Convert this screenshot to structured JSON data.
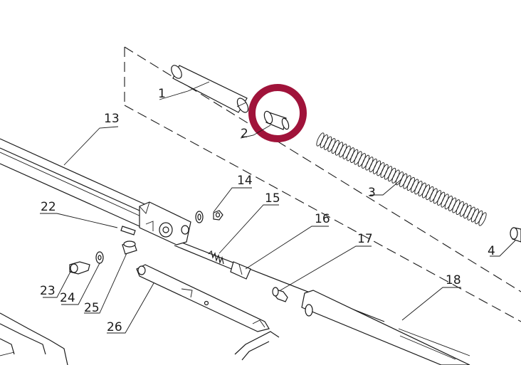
{
  "diagram": {
    "part_labels": [
      "1",
      "2",
      "3",
      "4",
      "13",
      "14",
      "15",
      "16",
      "17",
      "18",
      "22",
      "23",
      "24",
      "25",
      "26"
    ]
  },
  "colors": {
    "line": "#1a1a1a",
    "highlight": "#a0133a",
    "background": "#ffffff"
  },
  "icons": {
    "highlight": "highlight-circle"
  }
}
